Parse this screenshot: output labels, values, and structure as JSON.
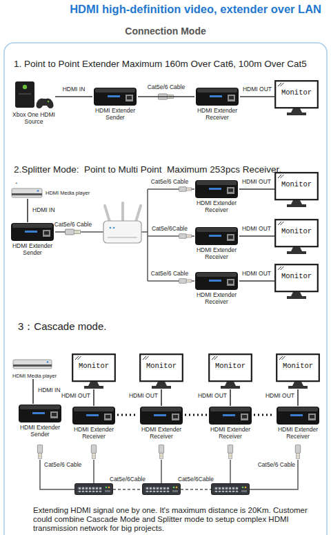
{
  "diagram": {
    "title": "HDMI high-definition video, extender over LAN",
    "caption": "Extending HDMI signal one by one. It's maximum distance is 20Km. Customer could combine Cascade Mode and Splitter mode to setup complex HDMI transmission network for big projects.",
    "nodes": [
      {
        "text": [
          "Xbox One HDMI Source"
        ]
      },
      {
        "text": [
          "HDMI Extender Sender"
        ]
      },
      {
        "text": [
          "HDMI Extender Receiver"
        ]
      },
      {
        "text": [
          "Monitor"
        ]
      },
      {
        "text": [
          "HDMI Media player"
        ]
      },
      {
        "text": [
          "HDMI Extender Sender"
        ]
      },
      {
        "text": [
          "HDMI Extender Receiver"
        ]
      },
      {
        "text": [
          "Monitor"
        ]
      },
      {
        "text": [
          "HDMI Extender Receiver"
        ]
      },
      {
        "text": [
          "Monitor"
        ]
      },
      {
        "text": [
          "HDMI Extender Receiver"
        ]
      },
      {
        "text": [
          "Monitor"
        ]
      },
      {
        "text": [
          "HDMI Media player"
        ]
      },
      {
        "text": [
          "HDMI Extender Sender"
        ]
      },
      {
        "text": [
          "Monitor"
        ]
      },
      {
        "text": [
          "HDMI Extender Receiver"
        ]
      },
      {
        "text": [
          "Monitor"
        ]
      },
      {
        "text": [
          "HDMI Extender Receiver"
        ]
      },
      {
        "text": [
          "Monitor"
        ]
      },
      {
        "text": [
          "HDMI Extender Receiver"
        ]
      },
      {
        "text": [
          "Monitor"
        ]
      },
      {
        "text": [
          "HDMI Extender Receiver"
        ]
      }
    ],
    "edges": [
      {
        "from": 0,
        "to": 1,
        "label": "HDMI IN",
        "arrow": "none"
      },
      {
        "from": 1,
        "to": 2,
        "label": "Cat5e/6 Cable",
        "arrow": "none"
      },
      {
        "from": 2,
        "to": 3,
        "label": "HDMI OUT",
        "arrow": "none"
      },
      {
        "from": 4,
        "to": 5,
        "label": "HDMI IN",
        "arrow": "none"
      },
      {
        "from": 6,
        "to": 7,
        "label": "HDMI OUT",
        "arrow": "none"
      },
      {
        "from": 8,
        "to": 9,
        "label": "HDMI OUT",
        "arrow": "none"
      },
      {
        "from": 10,
        "to": 11,
        "label": "HDMI OUT",
        "arrow": "none"
      },
      {
        "from": 12,
        "to": 13,
        "label": "HDMI IN",
        "arrow": "none"
      },
      {
        "from": 15,
        "to": 14,
        "label": "HDMI OUT",
        "arrow": "none"
      },
      {
        "from": 17,
        "to": 16,
        "label": "HDMI OUT",
        "arrow": "none"
      },
      {
        "from": 19,
        "to": 18,
        "label": "HDMI OUT",
        "arrow": "none"
      },
      {
        "from": 21,
        "to": 20,
        "label": "HDMI OUT",
        "arrow": "none"
      }
    ],
    "labels": [
      "Connection Mode",
      "1. Point to Point Extender Maximum 160m Over Cat6, 100m Over Cat5",
      "2.Splitter Mode:  Point to Multi Point  Maximum 253pcs Receiver.",
      ".",
      "Cat5e/6 Cable",
      "Cat5e/6 Cable",
      "Cat5e/6Cable",
      "Cat5e/6 Cable",
      "3：Cascade mode.",
      "Cat5e/6 Cable",
      "Cat5e/6Cable",
      "Cat5e/6Cable",
      "Cat5e/6 Cable"
    ]
  }
}
